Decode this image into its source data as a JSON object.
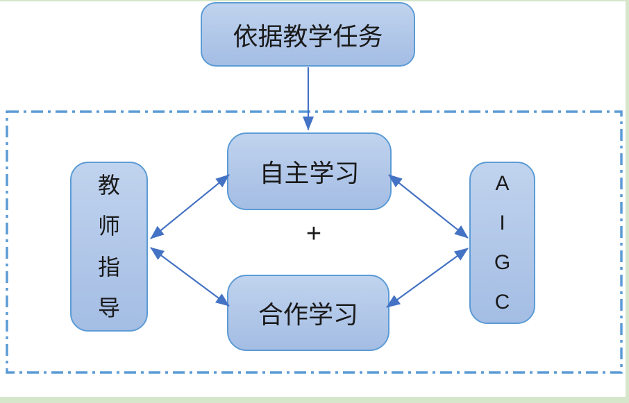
{
  "colors": {
    "node_fill_top": "#c0d3ee",
    "node_fill_bottom": "#a4bde4",
    "node_border": "#5b9bd5",
    "arrow": "#4472c4",
    "dash_border": "#5b9bd5",
    "page_frame": "#d5e6ca",
    "text": "#1a1a1a"
  },
  "diagram": {
    "top_box": {
      "label": "依据教学任务"
    },
    "plus": "+",
    "left_box": {
      "label": "教师指导",
      "chars": [
        "教",
        "师",
        "指",
        "导"
      ]
    },
    "center_top_box": {
      "label": "自主学习"
    },
    "center_bottom_box": {
      "label": "合作学习"
    },
    "right_box": {
      "label": "AIGC",
      "chars": [
        "A",
        "I",
        "G",
        "C"
      ]
    },
    "connections": [
      {
        "from": "依据教学任务",
        "to": "自主学习",
        "type": "single-arrow"
      },
      {
        "from": "教师指导",
        "to": "自主学习",
        "type": "double-arrow"
      },
      {
        "from": "教师指导",
        "to": "合作学习",
        "type": "double-arrow"
      },
      {
        "from": "自主学习",
        "to": "AIGC",
        "type": "double-arrow"
      },
      {
        "from": "合作学习",
        "to": "AIGC",
        "type": "double-arrow"
      }
    ]
  }
}
